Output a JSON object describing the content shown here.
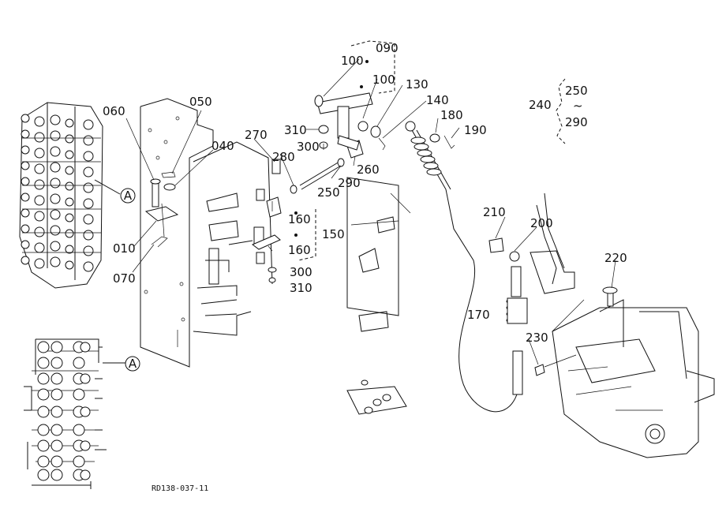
{
  "parts": [
    "010",
    "040",
    "050",
    "060",
    "070",
    "090",
    "100",
    "100",
    "130",
    "140",
    "150",
    "160",
    "160",
    "170",
    "180",
    "190",
    "200",
    "210",
    "220",
    "230",
    "240",
    "250",
    "260",
    "270",
    "280",
    "290",
    "300",
    "300",
    "310",
    "310"
  ],
  "range_label": {
    "from": "250",
    "tilde": "~",
    "to": "290"
  },
  "reference_marker": "A",
  "drawing_code": "RD138-037-11",
  "colors": {
    "ink": "#111111",
    "paper": "#ffffff"
  }
}
